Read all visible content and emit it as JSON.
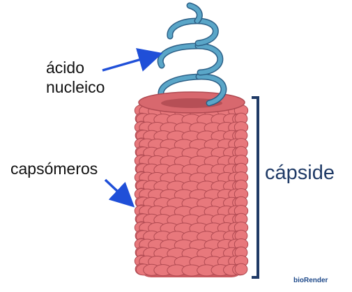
{
  "labels": {
    "nucleic_acid_line1": "ácido",
    "nucleic_acid_line2": "nucleico",
    "capsomeres": "capsómeros",
    "capsid": "cápside"
  },
  "credit": "bioRender",
  "colors": {
    "capsomere_fill": "#e8787c",
    "capsomere_outline": "#b04a52",
    "helix": "#5aa6c8",
    "helix_outline": "#2c5f86",
    "arrow": "#1f4fd8",
    "bracket": "#1f3a66"
  }
}
